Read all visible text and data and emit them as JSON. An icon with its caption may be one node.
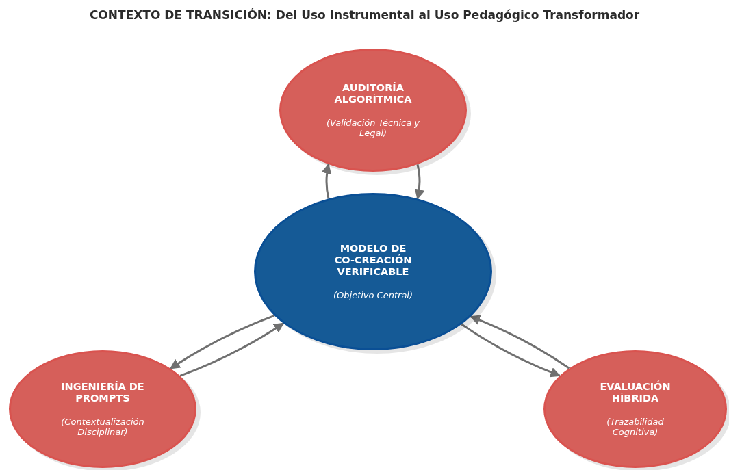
{
  "diagram": {
    "title": "CONTEXTO DE TRANSICIÓN: Del Uso Instrumental al Uso Pedagógico Transformador",
    "nodes": [
      {
        "text": [
          "AUDITORÍA ALGORÍTMICA",
          "(Validación Técnica y Legal)"
        ]
      },
      {
        "text": [
          "MODELO DE CO-CREACIÓN VERIFICABLE",
          "(Objetivo Central)"
        ]
      },
      {
        "text": [
          "INGENIERÍA DE PROMPTS",
          "(Contextualización Disciplinar)"
        ]
      },
      {
        "text": [
          "EVALUACIÓN HÍBRIDA",
          "(Trazabilidad Cognitiva)"
        ]
      }
    ],
    "edges": [
      {
        "from": 0,
        "to": 1,
        "arrow": "to"
      },
      {
        "from": 1,
        "to": 0,
        "arrow": "to"
      },
      {
        "from": 1,
        "to": 2,
        "arrow": "to"
      },
      {
        "from": 2,
        "to": 1,
        "arrow": "to"
      },
      {
        "from": 1,
        "to": 3,
        "arrow": "to"
      },
      {
        "from": 3,
        "to": 1,
        "arrow": "to"
      }
    ]
  }
}
